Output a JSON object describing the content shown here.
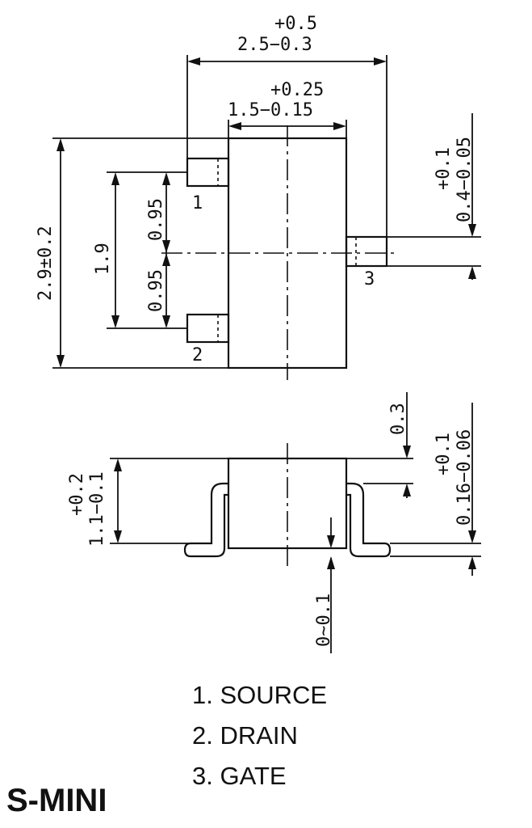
{
  "dimensions": {
    "top_width_plus": "+0.5",
    "top_width_main": "2.5−0.3",
    "body_width_plus": "+0.25",
    "body_width_main": "1.5−0.15",
    "total_length": "2.9±0.2",
    "pitch": "1.9",
    "half_pitch_upper": "0.95",
    "half_pitch_lower": "0.95",
    "lead_width_plus": "+0.1",
    "lead_width_main": "0.4−0.05",
    "lead_height": "0.3",
    "lead_thick_plus": "+0.1",
    "lead_thick_main": "0.16−0.06",
    "height_plus": "+0.2",
    "height_main": "1.1−0.1",
    "standoff": "0~0.1"
  },
  "pins": {
    "p1": "1",
    "p2": "2",
    "p3": "3"
  },
  "legend": {
    "item1": "1.  SOURCE",
    "item2": "2.  DRAIN",
    "item3": "3. GATE"
  },
  "package_name": "S-MINI"
}
